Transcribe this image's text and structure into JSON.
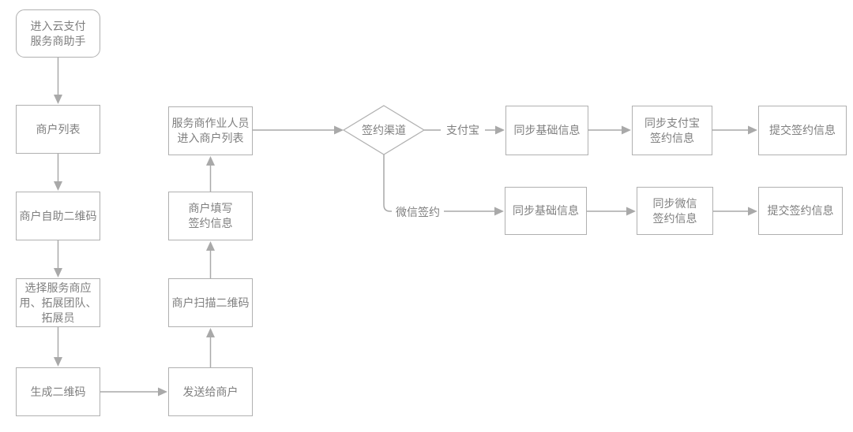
{
  "colors": {
    "box_border": "#b0b0b0",
    "text": "#7f7f7f",
    "connector": "#a9a9a9",
    "background": "#ffffff"
  },
  "flowchart": {
    "nodes": [
      {
        "id": "enter-cloud-pay-assistant",
        "shape": "rounded-rect",
        "label": "进入云支付\n服务商助手"
      },
      {
        "id": "merchant-list",
        "shape": "rect",
        "label": "商户列表"
      },
      {
        "id": "merchant-self-qrcode",
        "shape": "rect",
        "label": "商户自助二维码"
      },
      {
        "id": "select-app-team-agent",
        "shape": "rect",
        "label": "选择服务商应\n用、拓展团队、\n拓展员"
      },
      {
        "id": "generate-qrcode",
        "shape": "rect",
        "label": "生成二维码"
      },
      {
        "id": "send-to-merchant",
        "shape": "rect",
        "label": "发送给商户"
      },
      {
        "id": "merchant-scan-qrcode",
        "shape": "rect",
        "label": "商户扫描二维码"
      },
      {
        "id": "merchant-fill-sign-info",
        "shape": "rect",
        "label": "商户填写\n签约信息"
      },
      {
        "id": "operator-enter-merchant-list",
        "shape": "rect",
        "label": "服务商作业人员\n进入商户列表"
      },
      {
        "id": "sign-channel-decision",
        "shape": "diamond",
        "label": "签约渠道"
      },
      {
        "id": "sync-basic-info-alipay",
        "shape": "rect",
        "label": "同步基础信息"
      },
      {
        "id": "sync-alipay-sign-info",
        "shape": "rect",
        "label": "同步支付宝\n签约信息"
      },
      {
        "id": "submit-sign-info-alipay",
        "shape": "rect",
        "label": "提交签约信息"
      },
      {
        "id": "sync-basic-info-wechat",
        "shape": "rect",
        "label": "同步基础信息"
      },
      {
        "id": "sync-wechat-sign-info",
        "shape": "rect",
        "label": "同步微信\n签约信息"
      },
      {
        "id": "submit-sign-info-wechat",
        "shape": "rect",
        "label": "提交签约信息"
      }
    ],
    "edge_labels": [
      {
        "id": "alipay-branch",
        "label": "支付宝"
      },
      {
        "id": "wechat-branch",
        "label": "微信签约"
      }
    ]
  }
}
